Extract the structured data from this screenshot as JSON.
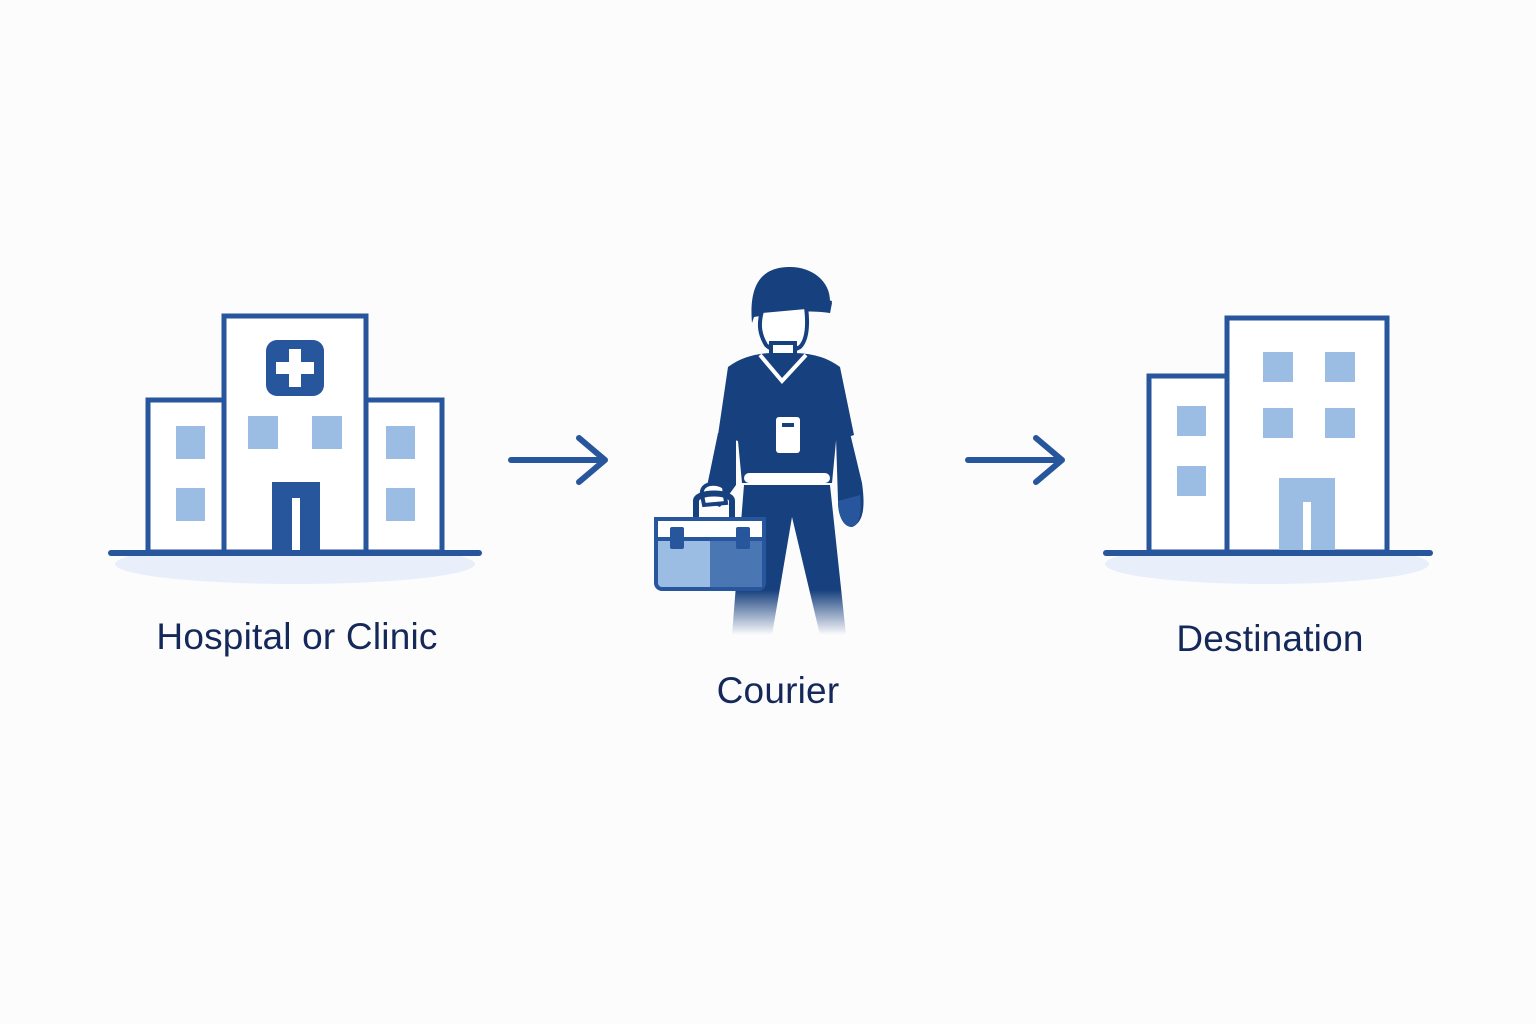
{
  "nodes": [
    {
      "id": "hospital",
      "label": "Hospital or Clinic",
      "icon": "hospital-icon"
    },
    {
      "id": "courier",
      "label": "Courier",
      "icon": "courier-icon"
    },
    {
      "id": "destination",
      "label": "Destination",
      "icon": "building-icon"
    }
  ],
  "edges": [
    {
      "from": "hospital",
      "to": "courier",
      "icon": "arrow-right-icon"
    },
    {
      "from": "courier",
      "to": "destination",
      "icon": "arrow-right-icon"
    }
  ],
  "colors": {
    "primary": "#27569c",
    "dark": "#17407e",
    "light": "#9bbde4",
    "ground": "#e8eefa",
    "text": "#14285a"
  }
}
